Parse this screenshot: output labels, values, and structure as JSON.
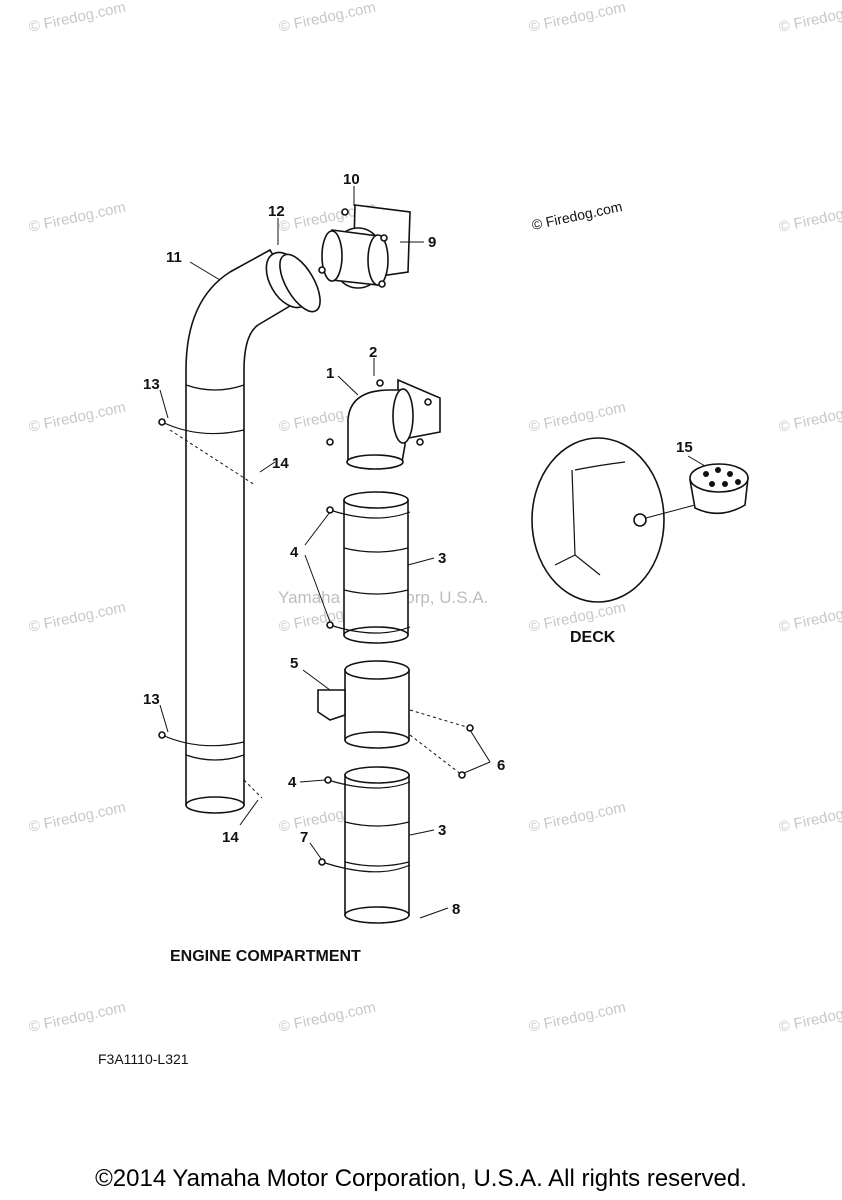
{
  "watermarks": {
    "repeat_text": "© Firedog.com",
    "center_text": "Yamaha Motor Corp, U.S.A."
  },
  "labels": {
    "engine_compartment": "ENGINE COMPARTMENT",
    "deck": "DECK",
    "diagram_code": "F3A1110-L321"
  },
  "callouts": {
    "c1": "1",
    "c2": "2",
    "c3a": "3",
    "c3b": "3",
    "c4a": "4",
    "c4b": "4",
    "c5": "5",
    "c6": "6",
    "c7": "7",
    "c8": "8",
    "c9": "9",
    "c10": "10",
    "c11": "11",
    "c12": "12",
    "c13a": "13",
    "c13b": "13",
    "c14a": "14",
    "c14b": "14",
    "c15": "15"
  },
  "footer": {
    "copyright": "©2014 Yamaha Motor Corporation, U.S.A. All rights reserved."
  }
}
